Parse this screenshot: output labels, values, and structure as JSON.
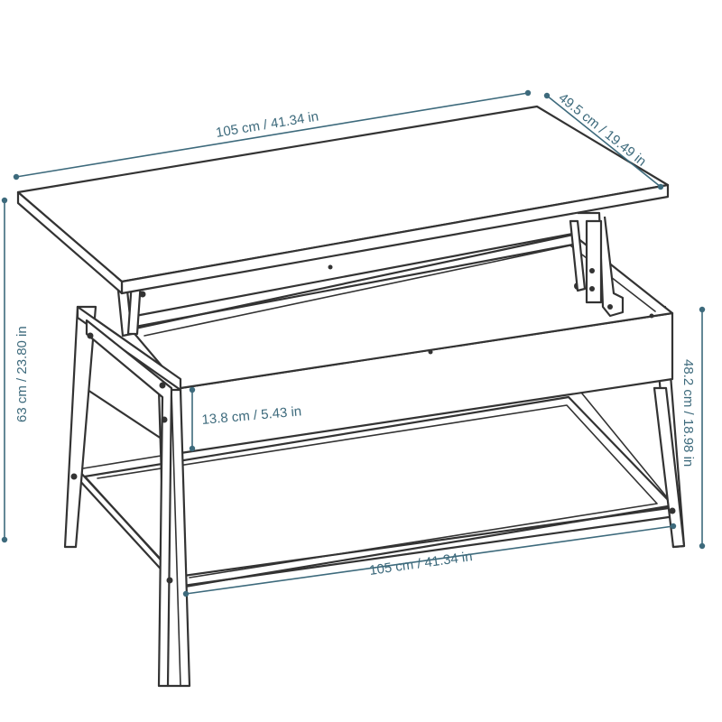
{
  "dimensions": {
    "top_length": "105 cm / 41.34 in",
    "top_depth": "49.5 cm / 19.49 in",
    "total_height": "63 cm / 23.80 in",
    "base_height": "48.2 cm / 18.98 in",
    "drawer_height": "13.8 cm / 5.43 in",
    "bottom_length": "105 cm / 41.34 in"
  },
  "colors": {
    "dimension_line": "#3d6a7c",
    "outline": "#333333"
  }
}
